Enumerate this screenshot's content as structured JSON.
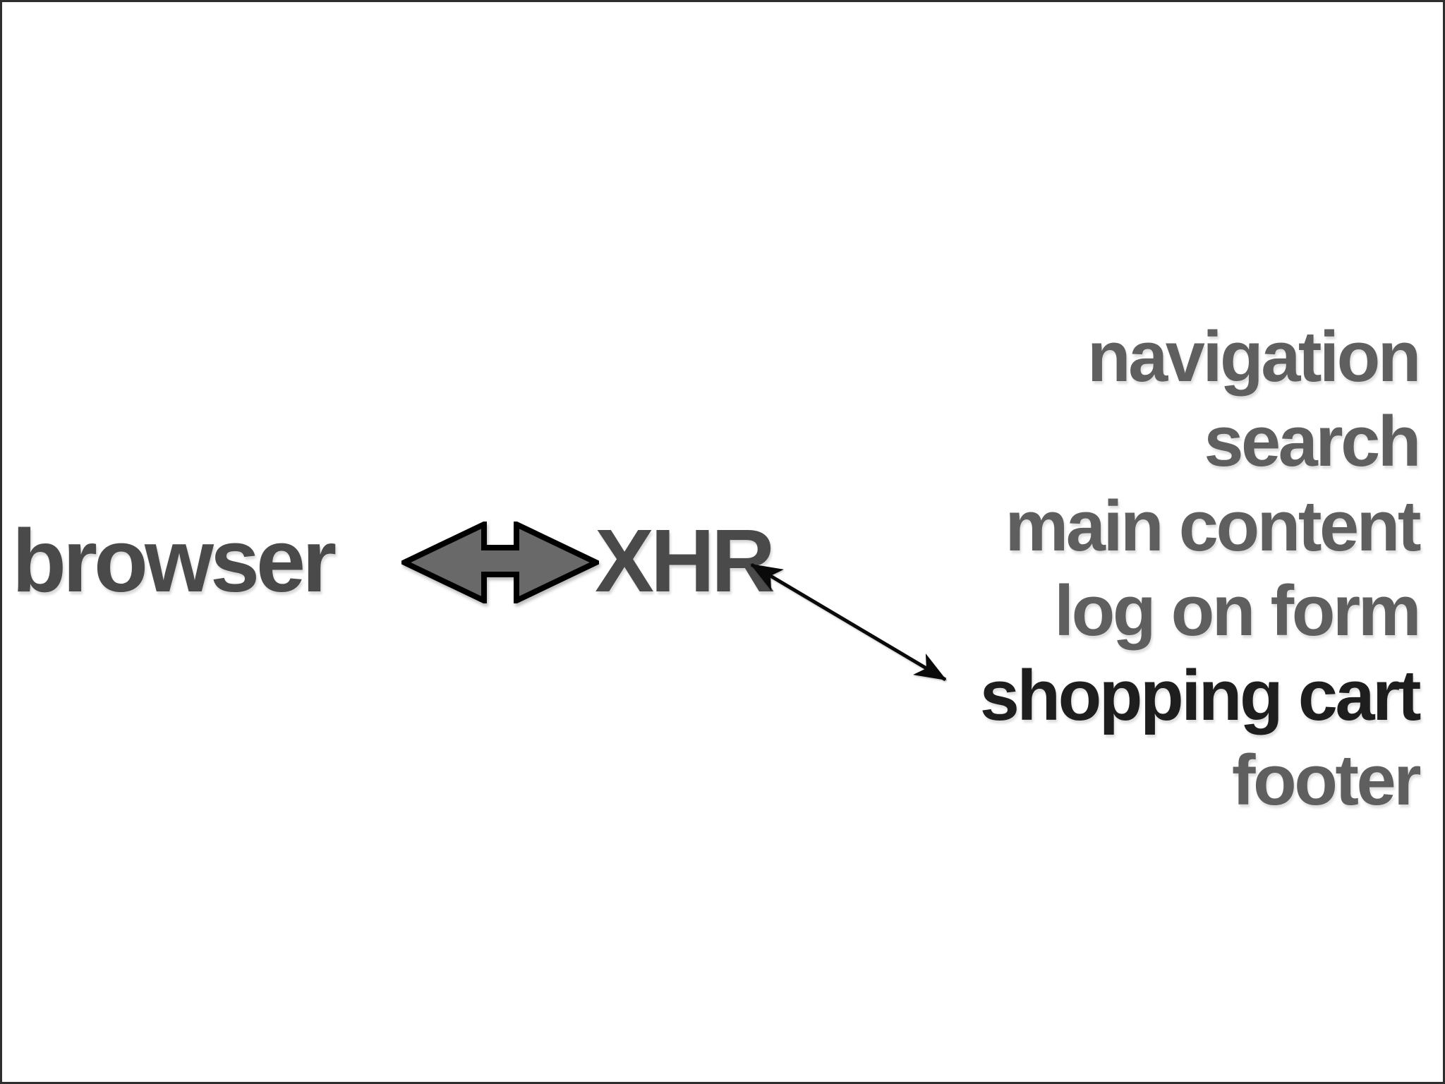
{
  "colors": {
    "canvas_bg": "#ffffff",
    "frame_color": "#2e2e2e",
    "label_text": "#4a4a4a",
    "region_text": "#5f5f5f",
    "region_emphasized_text": "#1e1e1e",
    "arrow_fill": "#696969",
    "arrow_outline": "#000000",
    "connector_color": "#0a0a0a"
  },
  "diagram": {
    "browser_label": "browser",
    "xhr_label": "XHR",
    "double_arrow_icon": "left-right-arrow",
    "connector": {
      "style": "thin double-headed arrow",
      "from": "XHR",
      "to": "shopping cart"
    }
  },
  "regions": {
    "items": [
      {
        "label": "navigation",
        "emphasized": false
      },
      {
        "label": "search",
        "emphasized": false
      },
      {
        "label": "main content",
        "emphasized": false
      },
      {
        "label": "log on form",
        "emphasized": false
      },
      {
        "label": "shopping cart",
        "emphasized": true
      },
      {
        "label": "footer",
        "emphasized": false
      }
    ]
  }
}
